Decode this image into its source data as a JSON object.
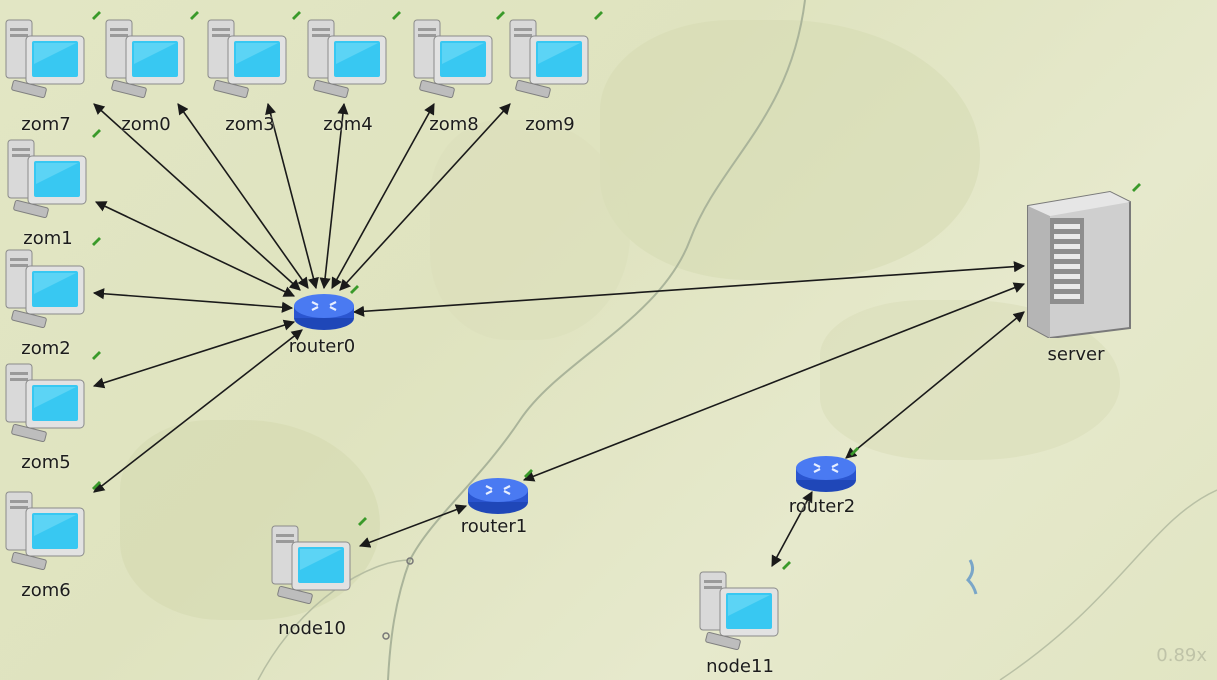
{
  "nodes": {
    "zom7": "zom7",
    "zom0": "zom0",
    "zom3": "zom3",
    "zom4": "zom4",
    "zom8": "zom8",
    "zom9": "zom9",
    "zom1": "zom1",
    "zom2": "zom2",
    "zom5": "zom5",
    "zom6": "zom6",
    "router0": "router0",
    "router1": "router1",
    "router2": "router2",
    "server": "server",
    "node10": "node10",
    "node11": "node11"
  },
  "zoom_level": "0.89x",
  "colors": {
    "map_background": "#e3e6c6",
    "link": "#1a1a1a",
    "router_blue": "#2e5fe0",
    "monitor_screen": "#38c8f2",
    "status_green": "#3a9a2a"
  }
}
